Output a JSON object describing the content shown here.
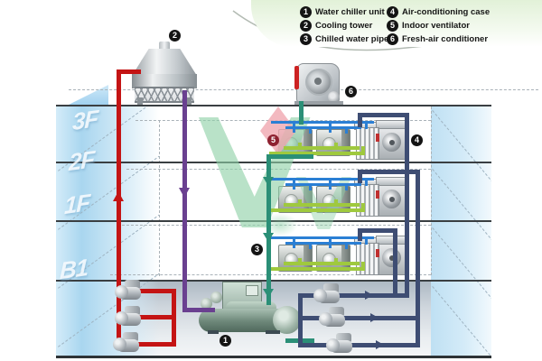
{
  "legend": {
    "items": [
      {
        "num": "1",
        "label": "Water chiller unit"
      },
      {
        "num": "2",
        "label": "Cooling tower"
      },
      {
        "num": "3",
        "label": "Chilled water pipe"
      },
      {
        "num": "4",
        "label": "Air-conditioning case"
      },
      {
        "num": "5",
        "label": "Indoor ventilator"
      },
      {
        "num": "6",
        "label": "Fresh-air conditioner"
      }
    ]
  },
  "floor_labels": [
    "3F",
    "2F",
    "1F",
    "B1"
  ],
  "badges": {
    "b1": "1",
    "b2": "2",
    "b3": "3",
    "b4": "4",
    "b5": "5",
    "b6": "6"
  },
  "colors": {
    "red": "#c41414",
    "purple": "#6a4090",
    "teal": "#2b8f77",
    "green": "#9fc93e",
    "navy": "#3e4d73",
    "blue": "#2b7fd4",
    "badge": "#141414",
    "badge_alt": "#8e2130",
    "logo_green": "#8ed1a6",
    "logo_pink": "#f0a7b0",
    "wall_blue": "#a9d6ef"
  }
}
